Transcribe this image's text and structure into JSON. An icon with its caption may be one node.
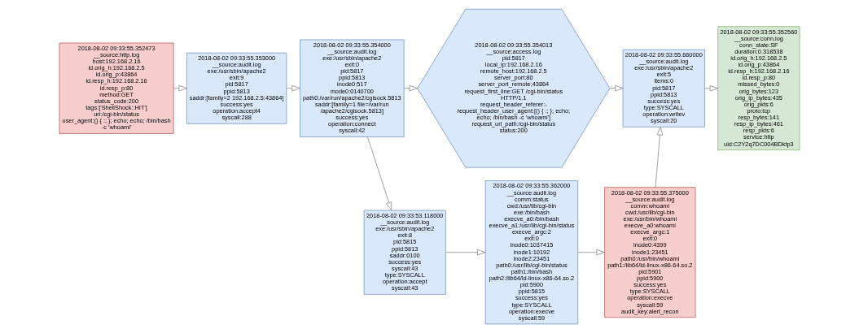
{
  "diagram": {
    "nodes": [
      {
        "text": [
          "2018-08-02 09:33:55.352473",
          "__source:http.log",
          "host:192.168.2.16",
          "id.orig_h:192.168.2.5",
          "id.orig_p:43864",
          "id.resp_h:192.168.2.16",
          "id.resp_p:80",
          "method:GET",
          "status_code:200",
          "tags:['ShellShock::HIT']",
          "uri:/cgi-bin/status",
          "user_agent:() { :; }; echo; echo; /bin/bash -c 'whoami'"
        ]
      },
      {
        "text": [
          "2018-08-02 09:33:55.353000",
          "__source:audit.log",
          "exe:/usr/sbin/apache2",
          "exit:9",
          "pid:5817",
          "ppid:5813",
          "saddr:[family=2 192.168.2.5:43864]",
          "success:yes",
          "operation:accept4",
          "syscall:288"
        ]
      },
      {
        "text": [
          "2018-08-02 09:33:55.354000",
          "__source:audit.log",
          "exe:/usr/sbin/apache2",
          "exit:0",
          "pid:5817",
          "ppid:5813",
          "inode0:517",
          "mode0:0140700",
          "path0:/var/run/apache2/cgisock.5813",
          "saddr:[family=1 file=/var/run /apache2/cgisock.5813]",
          "success:yes",
          "operation:connect",
          "syscall:42"
        ]
      },
      {
        "text": [
          "2018-08-02 09:33:55.354013",
          "__source:access.log",
          "pid:5817",
          "local_ip:192.168.2.16",
          "remote_host:192.168.2.5",
          "server_port:80",
          "server_port_remote:43864",
          "request_first_line:GET /cgi-bin/status HTTP/1.1",
          "request_header_referer:-",
          "request_header_user_agent:[() { :; }; echo; echo; /bin/bash -c 'whoami']",
          "request_url_path:/cgi-bin/status",
          "status:200"
        ]
      },
      {
        "text": [
          "2018-08-02 09:33:55.660000",
          "__source:audit.log",
          "exe:/usr/sbin/apache2",
          "exit:5",
          "items:0",
          "pid:5817",
          "ppid:5813",
          "success:yes",
          "type:SYSCALL",
          "operation:writev",
          "syscall:20"
        ]
      },
      {
        "text": [
          "2018-08-02 09:33:55.352560",
          "__source:conn.log",
          "conn_state:SF",
          "duration:0.318538",
          "id.orig_h:192.168.2.5",
          "id.orig_p:43864",
          "id.resp_h:192.168.2.16",
          "id.resp_p:80",
          "missed_bytes:0",
          "orig_bytes:123",
          "orig_ip_bytes:435",
          "orig_pkts:6",
          "proto:tcp",
          "resp_bytes:141",
          "resp_ip_bytes:461",
          "resp_pkts:6",
          "service:http",
          "uid:C2Y2q7DC004BDktp3"
        ]
      },
      {
        "text": [
          "2018-08-02 09:33:53.118000",
          "__source:audit.log",
          "exe:/usr/sbin/apache2",
          "exit:8",
          "pid:5815",
          "ppid:5813",
          "saddr:0100",
          "success:yes",
          "syscall:43",
          "type:SYSCALL",
          "operation:accept",
          "syscall:43"
        ]
      },
      {
        "text": [
          "2018-08-02 09:33:55.362000",
          "__source:audit.log",
          "comm:status",
          "cwd:/usr/lib/cgi-bin",
          "exe:/bin/bash",
          "execve_a0:/bin/bash",
          "execve_a1:/usr/lib/cgi-bin/status",
          "execve_argc:2",
          "exit:0",
          "inode0:1037415",
          "inode1:10192",
          "inode2:23451",
          "path0:/usr/lib/cgi-bin/status",
          "path1:/bin/bash",
          "path2:/lib64/ld-linux-x86-64.so.2",
          "pid:5900",
          "ppid:5815",
          "success:yes",
          "type:SYSCALL",
          "operation:execve",
          "syscall:59"
        ]
      },
      {
        "text": [
          "2018-08-02 09:33:55.375000",
          "__source:audit.log",
          "comm:whoami",
          "cwd:/usr/lib/cgi-bin",
          "exe:/usr/bin/whoami",
          "execve_a0:whoami",
          "execve_argc:1",
          "exit:0",
          "inode0:4399",
          "inode1:23451",
          "path0:/usr/bin/whoami",
          "path1:/lib64/ld-linux-x86-64.so.2",
          "pid:5901",
          "ppid:5900",
          "success:yes",
          "type:SYSCALL",
          "operation:execve",
          "syscall:59",
          "audit_key:alert_recon"
        ]
      }
    ],
    "edges": [
      {
        "from": 0,
        "to": 1,
        "arrow": "to"
      },
      {
        "from": 1,
        "to": 2,
        "arrow": "to"
      },
      {
        "from": 2,
        "to": 3,
        "arrow": "to"
      },
      {
        "from": 3,
        "to": 4,
        "arrow": "to"
      },
      {
        "from": 4,
        "to": 5,
        "arrow": "to"
      },
      {
        "from": 2,
        "to": 6,
        "arrow": "to"
      },
      {
        "from": 6,
        "to": 7,
        "arrow": "to"
      },
      {
        "from": 7,
        "to": 8,
        "arrow": "to"
      },
      {
        "from": 8,
        "to": 4,
        "arrow": "to"
      }
    ]
  }
}
